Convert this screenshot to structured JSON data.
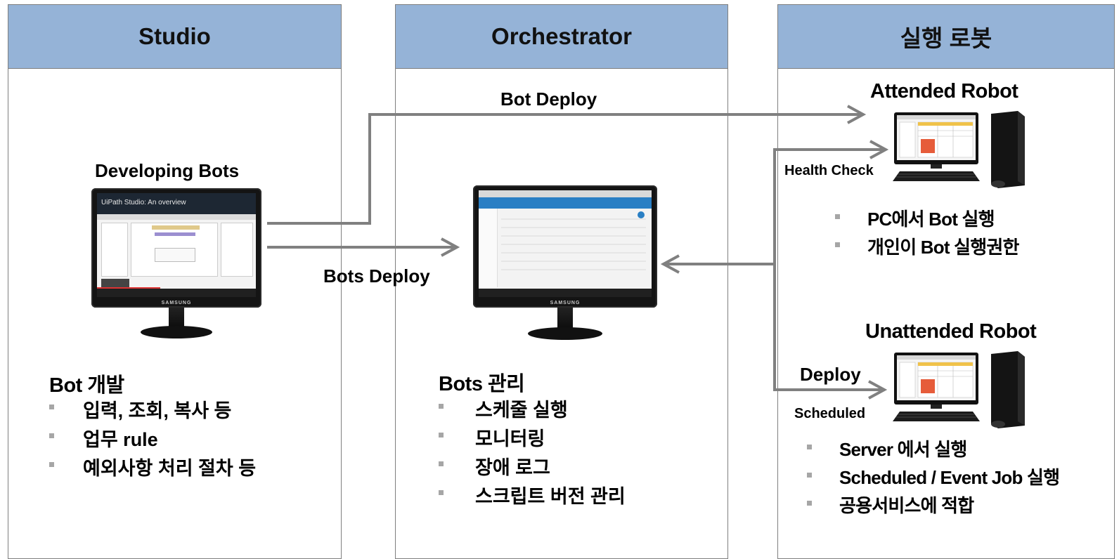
{
  "studio": {
    "header": "Studio",
    "caption": "Developing Bots",
    "screen_title": "UiPath Studio: An overview",
    "section_title": "Bot 개발",
    "items": [
      "입력, 조회, 복사 등",
      "업무 rule",
      "예외사항 처리 절차 등"
    ]
  },
  "orchestrator": {
    "header": "Orchestrator",
    "bot_deploy_label": "Bot Deploy",
    "bots_deploy_label": "Bots Deploy",
    "section_title": "Bots 관리",
    "items": [
      "스케줄 실행",
      "모니터링",
      "장애 로그",
      "스크립트 버전 관리"
    ]
  },
  "robots": {
    "header": "실행 로봇",
    "attended": {
      "title": "Attended Robot",
      "health_check_label": "Health Check",
      "items": [
        "PC에서 Bot 실행",
        "개인이 Bot 실행권한"
      ]
    },
    "unattended": {
      "title": "Unattended Robot",
      "deploy_label": "Deploy",
      "scheduled_label": "Scheduled",
      "items": [
        "Server 에서 실행",
        "Scheduled / Event Job 실행",
        "공용서비스에 적합"
      ]
    }
  },
  "colors": {
    "header_fill": "#95b3d7",
    "border": "#7f7f7f",
    "arrow": "#808080",
    "bullet": "#a6a6a6"
  },
  "icons": [
    "monitor-icon",
    "desktop-pc-icon",
    "arrow-right-icon",
    "arrow-left-icon"
  ]
}
